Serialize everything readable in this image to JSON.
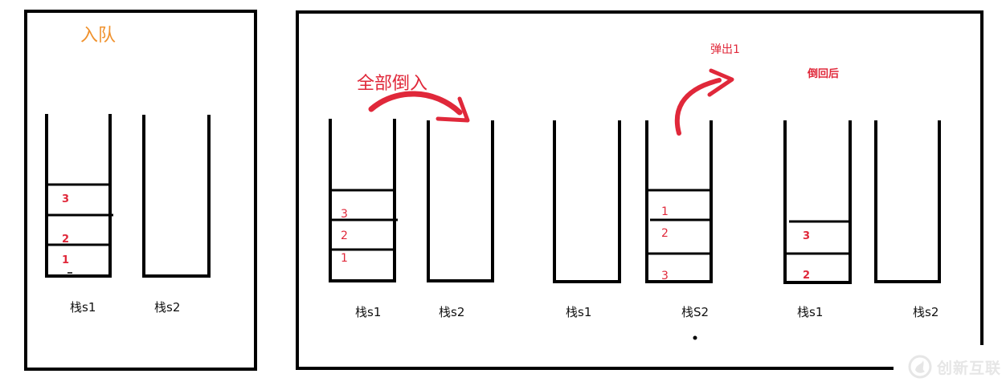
{
  "colors": {
    "stroke": "#000000",
    "accent_orange": "#f0922e",
    "accent_red": "#e0283a",
    "label_text": "#111111",
    "watermark": "#e6e6e6"
  },
  "enqueue_panel": {
    "title": "入队",
    "stack_s1": {
      "label": "栈s1",
      "items_top_to_bottom": [
        "3",
        "2",
        "1"
      ]
    },
    "stack_s2": {
      "label": "栈s2",
      "items_top_to_bottom": []
    }
  },
  "dequeue_panel": {
    "step_pour": {
      "caption": "全部倒入",
      "stack_s1": {
        "label": "栈s1",
        "items_top_to_bottom": [
          "3",
          "2",
          "1"
        ]
      },
      "stack_s2": {
        "label": "栈s2",
        "items_top_to_bottom": []
      }
    },
    "step_pop": {
      "caption": "弹出1",
      "stack_s1": {
        "label": "栈s1",
        "items_top_to_bottom": []
      },
      "stack_s2": {
        "label": "栈S2",
        "items_top_to_bottom": [
          "1",
          "2",
          "3"
        ]
      }
    },
    "step_pour_back": {
      "caption": "倒回后",
      "stack_s1": {
        "label": "栈s1",
        "items_top_to_bottom": [
          "3",
          "2"
        ]
      },
      "stack_s2": {
        "label": "栈s2",
        "items_top_to_bottom": []
      }
    }
  },
  "watermark": {
    "text": "创新互联",
    "icon": "flame-logo-icon"
  }
}
